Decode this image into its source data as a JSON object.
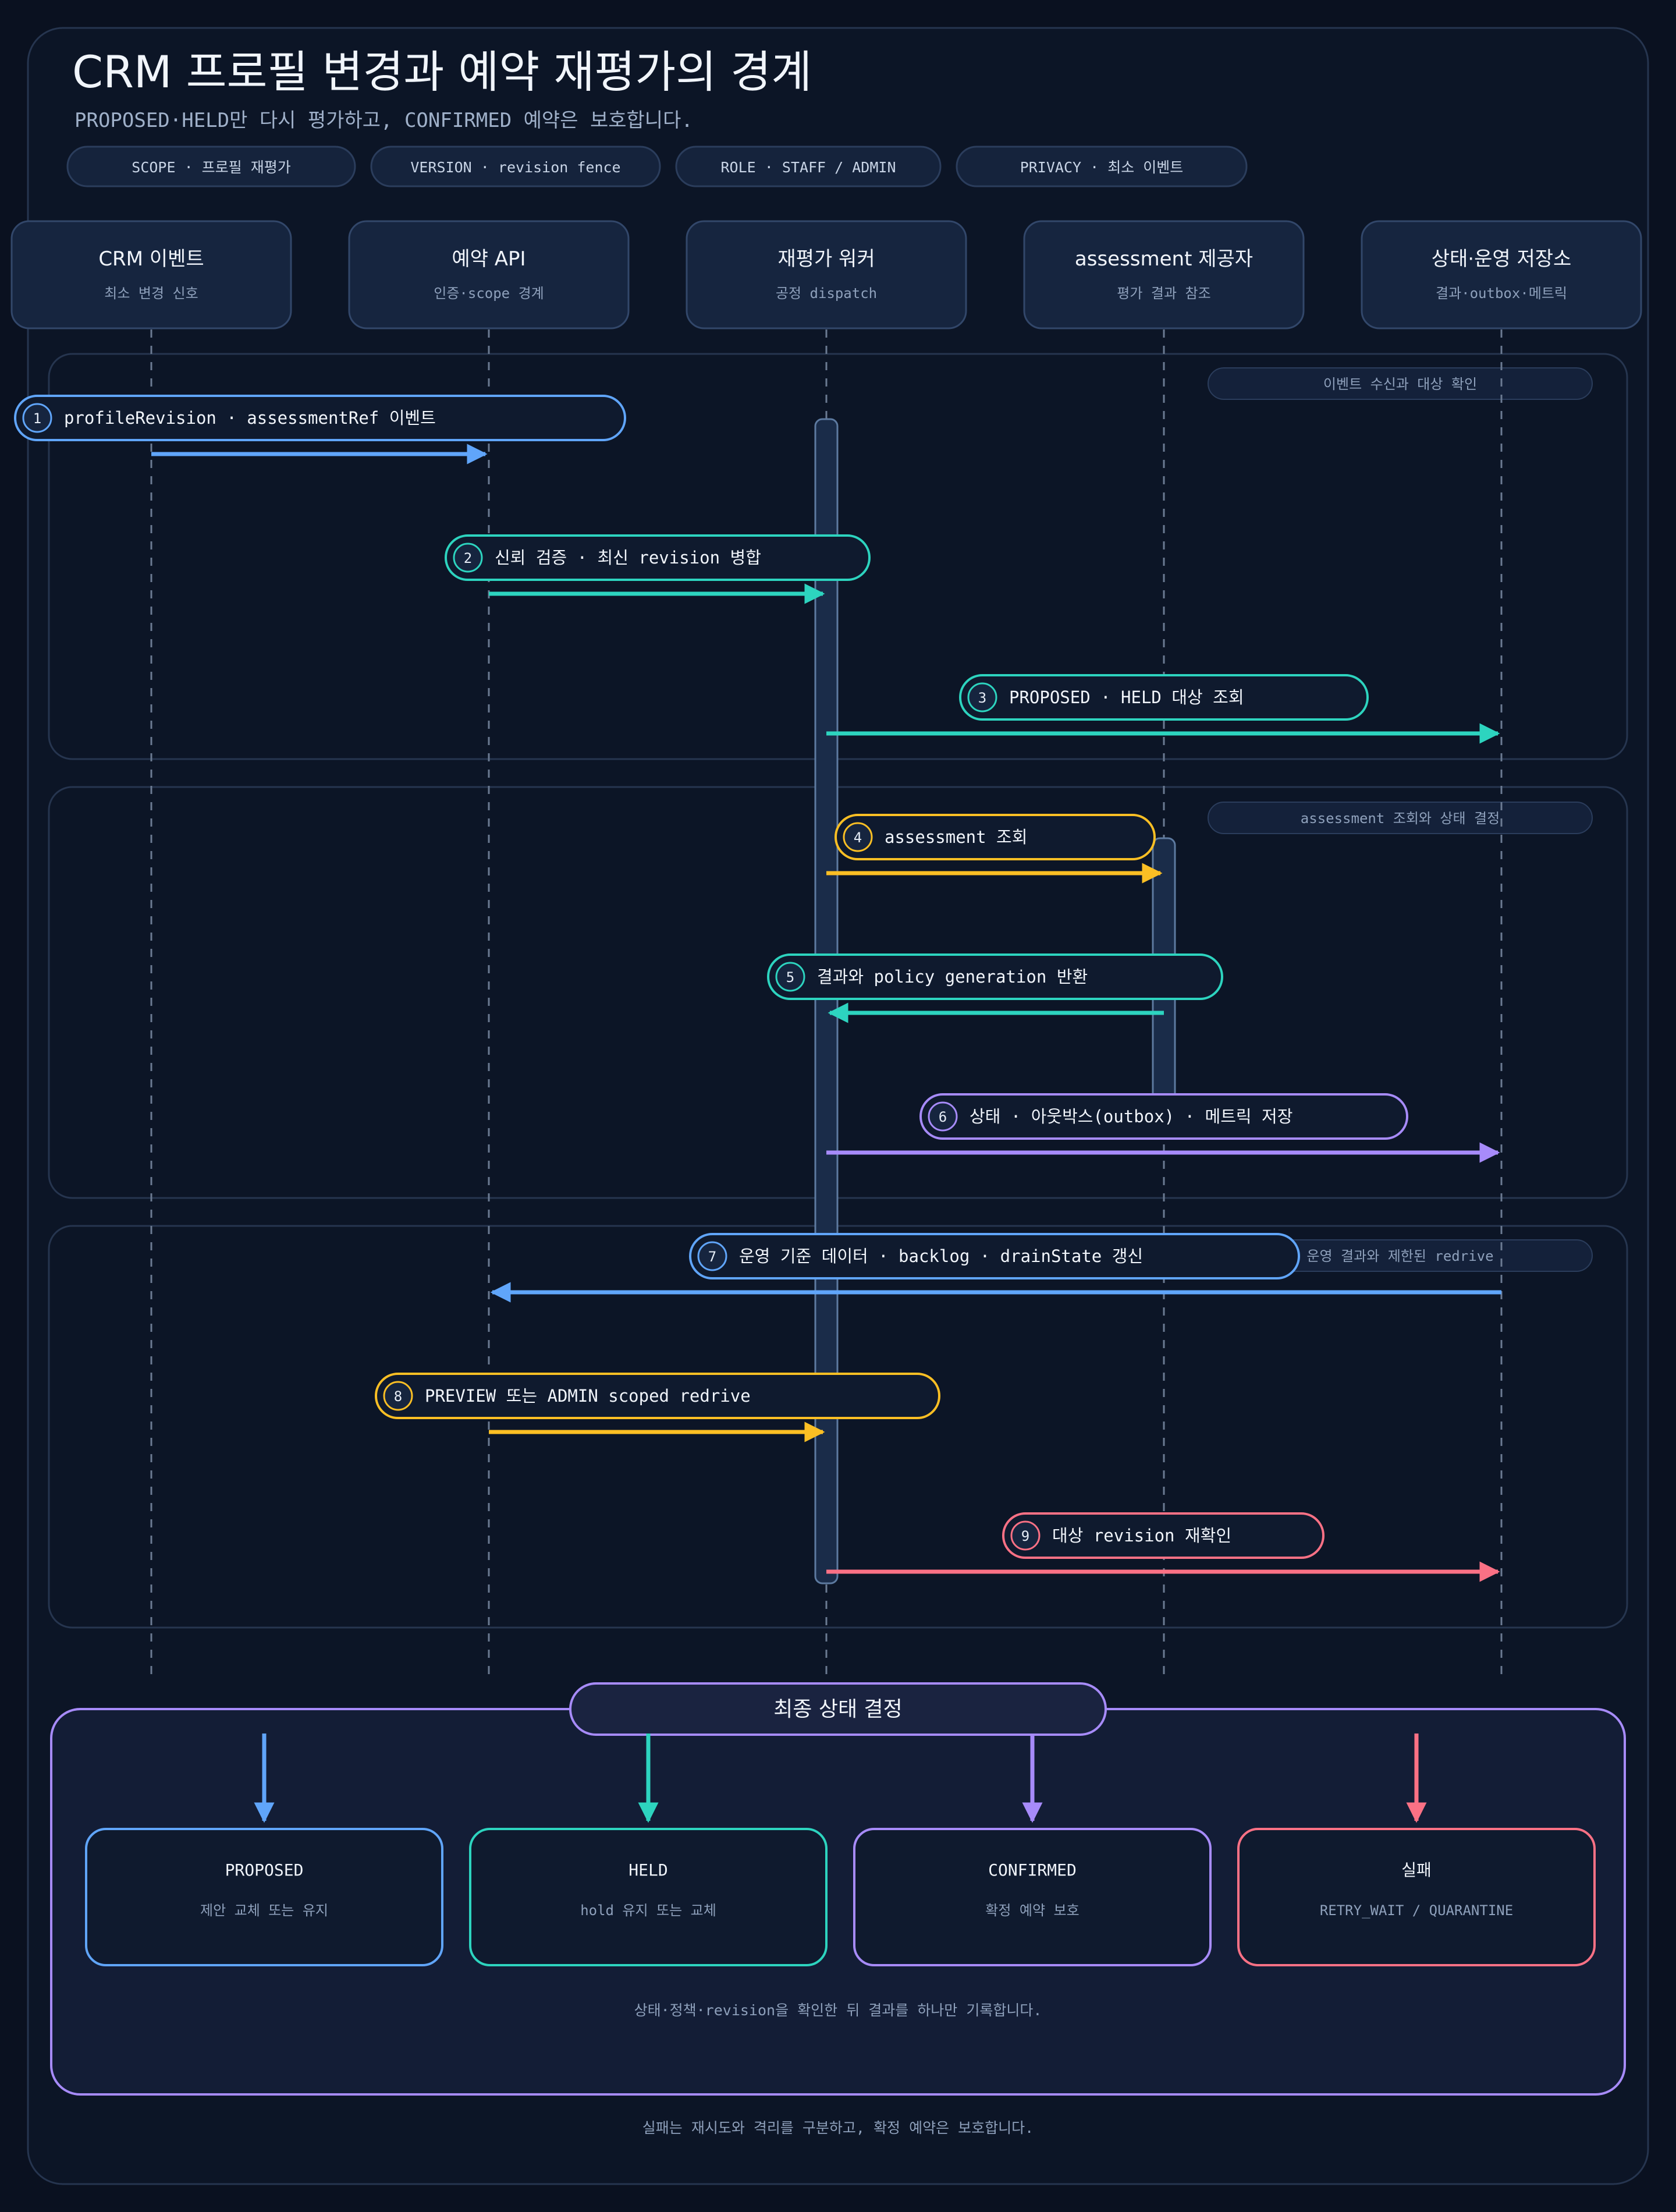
{
  "title": "CRM 프로필 변경과 예약 재평가의 경계",
  "subtitle": "PROPOSED·HELD만 다시 평가하고, CONFIRMED 예약은 보호합니다.",
  "chips": [
    "SCOPE · 프로필 재평가",
    "VERSION · revision fence",
    "ROLE · STAFF / ADMIN",
    "PRIVACY · 최소 이벤트"
  ],
  "participants": [
    {
      "name": "CRM 이벤트",
      "sub": "최소 변경 신호"
    },
    {
      "name": "예약 API",
      "sub": "인증·scope 경계"
    },
    {
      "name": "재평가 워커",
      "sub": "공정 dispatch"
    },
    {
      "name": "assessment 제공자",
      "sub": "평가 결과 참조"
    },
    {
      "name": "상태·운영 저장소",
      "sub": "결과·outbox·메트릭"
    }
  ],
  "groups": [
    "이벤트 수신과 대상 확인",
    "assessment 조회와 상태 결정",
    "운영 결과와 제한된 redrive"
  ],
  "steps": [
    {
      "num": "1",
      "label": "profileRevision · assessmentRef 이벤트",
      "color": "#60a5fa"
    },
    {
      "num": "2",
      "label": "신뢰 검증 · 최신 revision 병합",
      "color": "#2dd4bf"
    },
    {
      "num": "3",
      "label": "PROPOSED · HELD 대상 조회",
      "color": "#2dd4bf"
    },
    {
      "num": "4",
      "label": "assessment 조회",
      "color": "#fbbf24"
    },
    {
      "num": "5",
      "label": "결과와 policy generation 반환",
      "color": "#2dd4bf"
    },
    {
      "num": "6",
      "label": "상태 · 아웃박스(outbox) · 메트릭 저장",
      "color": "#a78bfa"
    },
    {
      "num": "7",
      "label": "운영 기준 데이터 · backlog · drainState 갱신",
      "color": "#60a5fa"
    },
    {
      "num": "8",
      "label": "PREVIEW 또는 ADMIN scoped redrive",
      "color": "#fbbf24"
    },
    {
      "num": "9",
      "label": "대상 revision 재확인",
      "color": "#fb7185"
    }
  ],
  "final": {
    "title": "최종 상태 결정",
    "outcomes": [
      {
        "name": "PROPOSED",
        "desc": "제안 교체 또는 유지",
        "color": "#60a5fa"
      },
      {
        "name": "HELD",
        "desc": "hold 유지 또는 교체",
        "color": "#2dd4bf"
      },
      {
        "name": "CONFIRMED",
        "desc": "확정 예약 보호",
        "color": "#a78bfa"
      },
      {
        "name": "실패",
        "desc": "RETRY_WAIT / QUARANTINE",
        "color": "#fb7185"
      }
    ],
    "note": "상태·정책·revision을 확인한 뒤 결과를 하나만 기록합니다."
  },
  "footer": "실패는 재시도와 격리를 구분하고, 확정 예약은 보호합니다."
}
